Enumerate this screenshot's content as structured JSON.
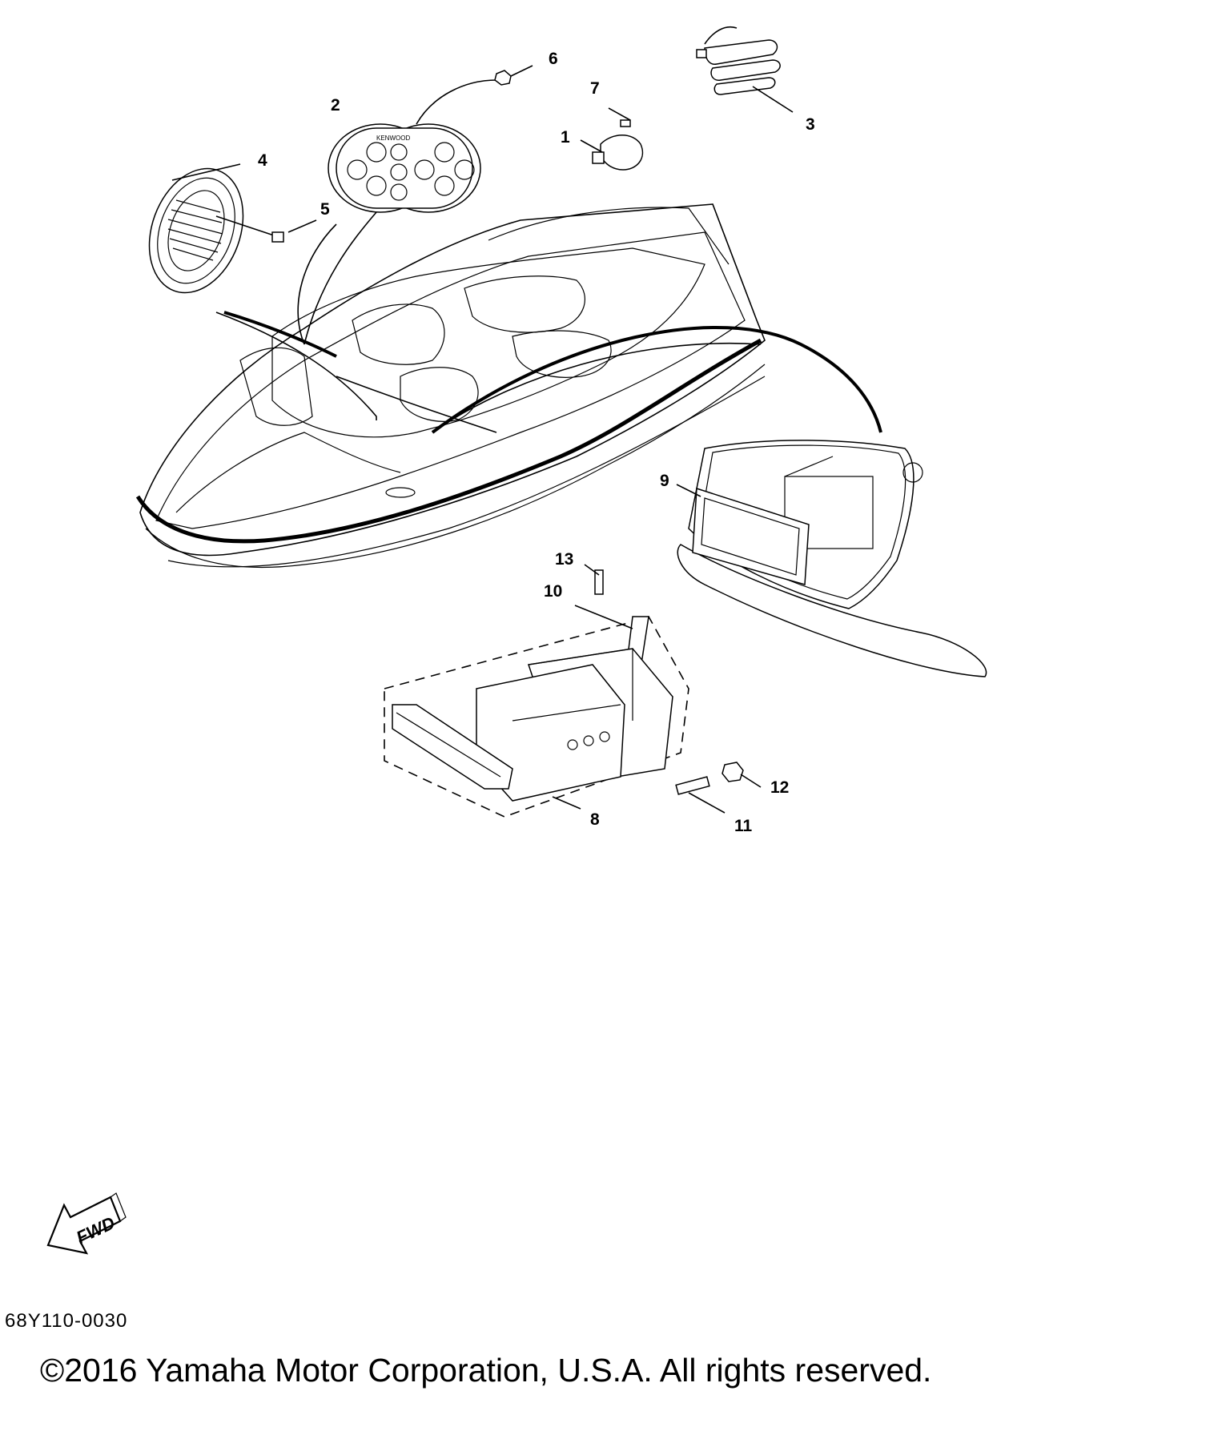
{
  "diagram": {
    "code": "68Y110-0030",
    "copyright": "©2016 Yamaha Motor Corporation, U.S.A. All rights reserved.",
    "fwd_label": "FWD",
    "remote_brand": "KENWOOD",
    "callouts": [
      "1",
      "2",
      "3",
      "4",
      "5",
      "6",
      "7",
      "8",
      "9",
      "10",
      "11",
      "12",
      "13"
    ]
  }
}
